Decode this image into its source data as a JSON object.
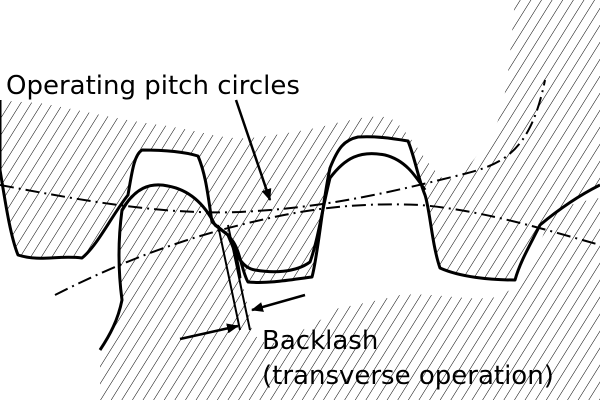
{
  "labels": {
    "pitch_circles": "Operating pitch circles",
    "backlash_line1": "Backlash",
    "backlash_line2": "(transverse operation)"
  },
  "colors": {
    "ink": "#000000",
    "background": "#ffffff"
  }
}
